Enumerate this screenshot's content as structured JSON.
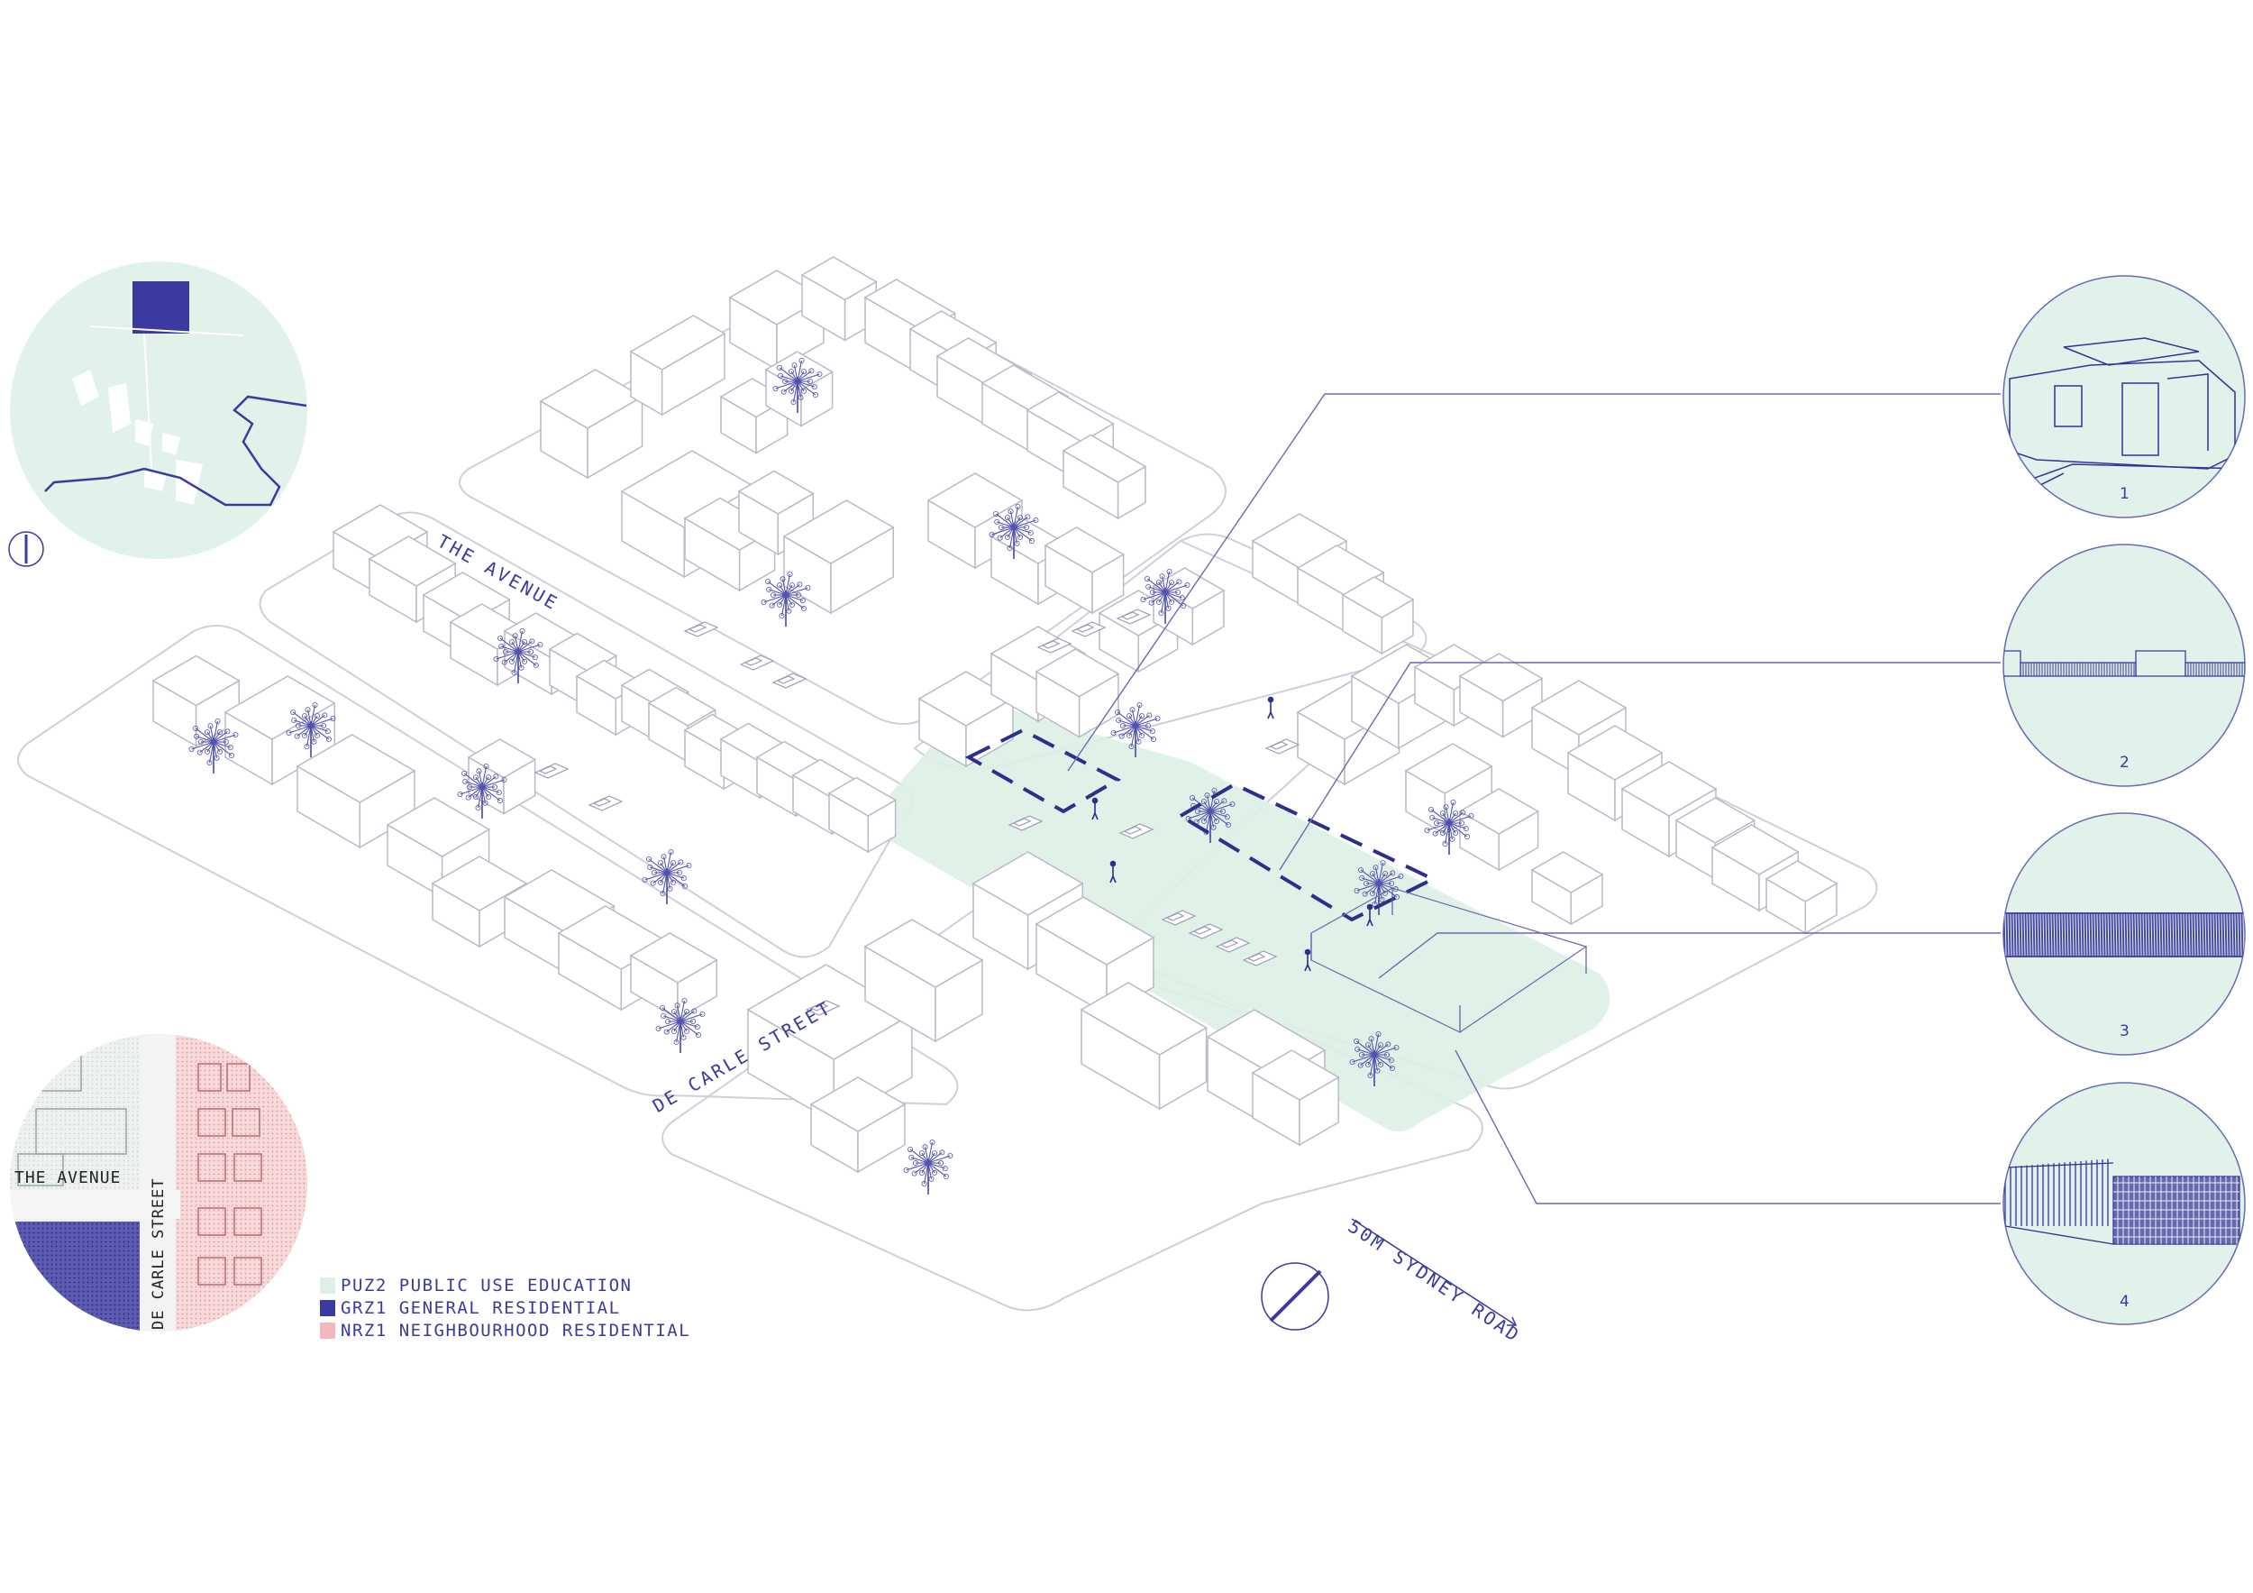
{
  "colors": {
    "accent": "#33339a",
    "line": "#c9c9d6",
    "zone_puz2": "#ddf0e6",
    "zone_grz1": "#3a3aa0",
    "zone_nrz1": "#f2b8bb",
    "circle_fill": "#e1f2ea"
  },
  "street_labels": {
    "the_avenue": "THE AVENUE",
    "de_carle_street": "DE CARLE STREET",
    "sydney_road": "50M SYDNEY ROAD"
  },
  "inset_map": {
    "the_avenue": "THE AVENUE",
    "de_carle_street": "DE CARLE STREET"
  },
  "legend": [
    {
      "code": "PUZ2 PUBLIC USE EDUCATION",
      "color": "#ddf0e6"
    },
    {
      "code": "GRZ1 GENERAL RESIDENTIAL",
      "color": "#3a3aa0"
    },
    {
      "code": "NRZ1 NEIGHBOURHOOD RESIDENTIAL",
      "color": "#f2b8bb"
    }
  ],
  "callouts": [
    {
      "number": "1"
    },
    {
      "number": "2"
    },
    {
      "number": "3"
    },
    {
      "number": "4"
    }
  ],
  "icons": [
    "north-arrow-icon",
    "tree-icon",
    "car-icon",
    "pedestrian-icon"
  ]
}
